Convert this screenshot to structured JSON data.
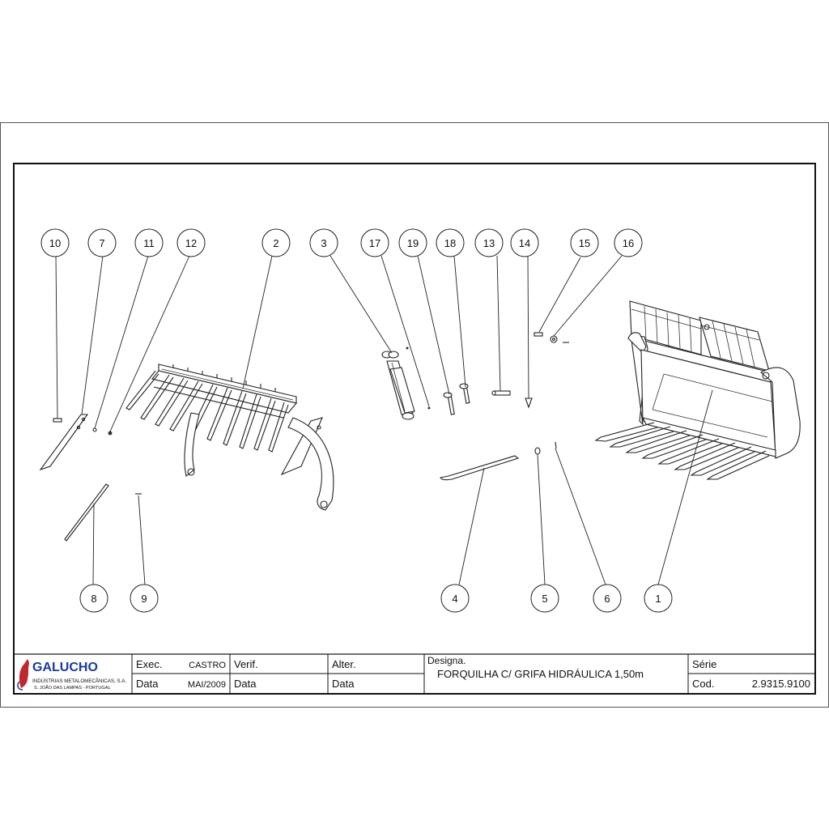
{
  "balloons": {
    "b10": "10",
    "b7": "7",
    "b11": "11",
    "b12": "12",
    "b2": "2",
    "b3": "3",
    "b17": "17",
    "b19": "19",
    "b18": "18",
    "b13": "13",
    "b14": "14",
    "b15": "15",
    "b16": "16",
    "b8": "8",
    "b9": "9",
    "b4": "4",
    "b5": "5",
    "b6": "6",
    "b1": "1"
  },
  "title_block": {
    "company": {
      "name": "GALUCHO",
      "line1": "INDÚSTRIAS METALOMECÂNICAS, S.A.",
      "line2": "S. JOÃO DAS LAMPAS  -  PORTUGAL",
      "brand_color": "#1a3aa0",
      "logo_color": "#c0282e"
    },
    "exec_label": "Exec.",
    "exec_value": "CASTRO",
    "data_label": "Data",
    "data_value": "MAI/2009",
    "verif_label": "Verif.",
    "verif_data_label": "Data",
    "alter_label": "Alter.",
    "alter_data_label": "Data",
    "designa_label": "Designa.",
    "designa_value": "FORQUILHA C/ GRIFA HIDRÁULICA 1,50m",
    "serie_label": "Série",
    "cod_label": "Cod.",
    "cod_value": "2.9315.9100"
  }
}
